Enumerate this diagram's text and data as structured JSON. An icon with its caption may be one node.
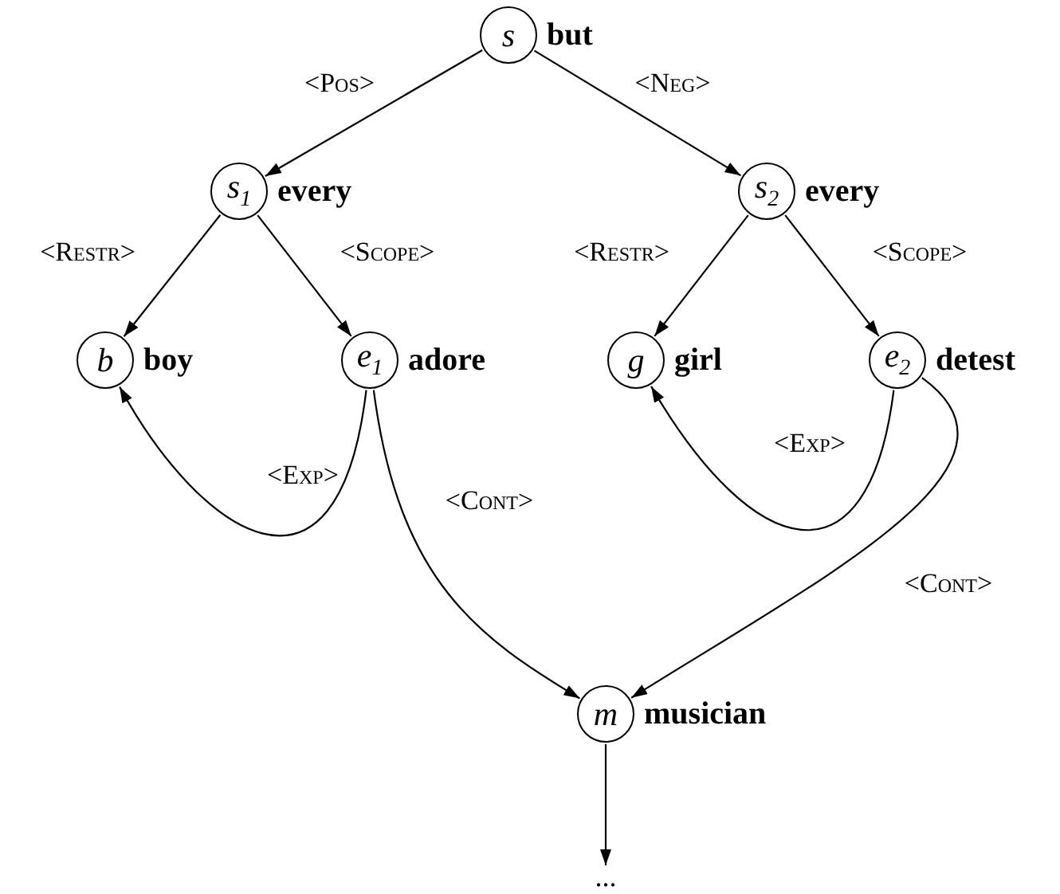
{
  "diagram": {
    "nodes": [
      {
        "text": [
          "s"
        ],
        "beside": [
          "but"
        ]
      },
      {
        "text": [
          "s$_{1}$"
        ],
        "beside": [
          "every"
        ]
      },
      {
        "text": [
          "s$_{2}$"
        ],
        "beside": [
          "every"
        ]
      },
      {
        "text": [
          "b"
        ],
        "beside": [
          "boy"
        ]
      },
      {
        "text": [
          "e$_{1}$"
        ],
        "beside": [
          "adore"
        ]
      },
      {
        "text": [
          "g"
        ],
        "beside": [
          "girl"
        ]
      },
      {
        "text": [
          "e$_{2}$"
        ],
        "beside": [
          "detest"
        ]
      },
      {
        "text": [
          "m"
        ],
        "beside": [
          "musician"
        ]
      },
      {
        "text": [
          "..."
        ]
      }
    ],
    "edges": [
      {
        "from": 0,
        "to": 1,
        "arrow": "to",
        "label": "<Pos>"
      },
      {
        "from": 0,
        "to": 2,
        "arrow": "to",
        "label": "<Neg>"
      },
      {
        "from": 1,
        "to": 3,
        "arrow": "to",
        "label": "<Restr>"
      },
      {
        "from": 1,
        "to": 4,
        "arrow": "to",
        "label": "<Scope>"
      },
      {
        "from": 2,
        "to": 5,
        "arrow": "to",
        "label": "<Restr>"
      },
      {
        "from": 2,
        "to": 6,
        "arrow": "to",
        "label": "<Scope>"
      },
      {
        "from": 4,
        "to": 3,
        "arrow": "to",
        "label": "<Exp>"
      },
      {
        "from": 6,
        "to": 5,
        "arrow": "to",
        "label": "<Exp>"
      },
      {
        "from": 4,
        "to": 7,
        "arrow": "to",
        "label": "<Cont>"
      },
      {
        "from": 6,
        "to": 7,
        "arrow": "to",
        "label": "<Cont>"
      },
      {
        "from": 7,
        "to": 8,
        "arrow": "to"
      }
    ]
  }
}
